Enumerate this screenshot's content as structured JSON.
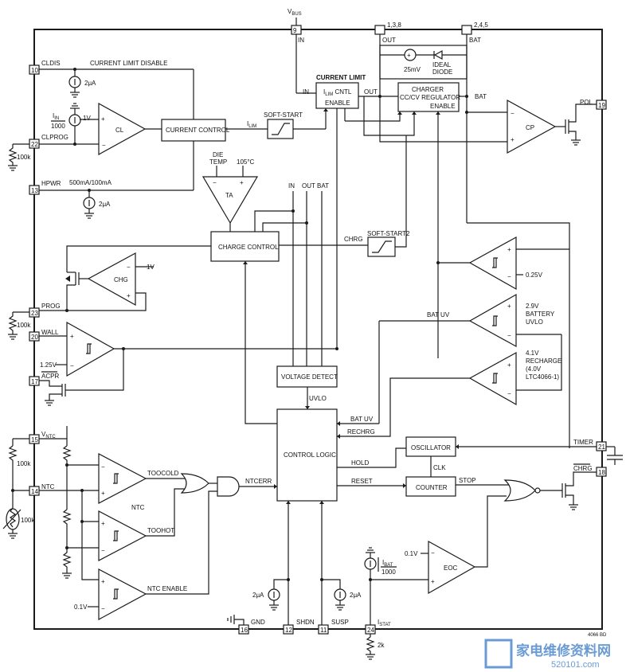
{
  "pins": {
    "vbus": {
      "num": "9",
      "name": "V",
      "sub": "BUS"
    },
    "out": {
      "num": "1,3,8",
      "name": "OUT"
    },
    "bat": {
      "num": "2,4,5",
      "name": "BAT"
    },
    "cldis": {
      "num": "10",
      "name": "CLDIS"
    },
    "clprog": {
      "num": "22",
      "name": "CLPROG"
    },
    "hpwr": {
      "num": "13",
      "name": "HPWR"
    },
    "prog": {
      "num": "23",
      "name": "PROG"
    },
    "wall": {
      "num": "20",
      "name": "WALL"
    },
    "acpr": {
      "num": "17",
      "name": "ACPR"
    },
    "vntc": {
      "num": "15",
      "name": "V",
      "sub": "NTC"
    },
    "ntc": {
      "num": "14",
      "name": "NTC"
    },
    "gnd": {
      "num": "16",
      "name": "GND"
    },
    "shdn": {
      "num": "12",
      "name": "SHDN"
    },
    "susp": {
      "num": "11",
      "name": "SUSP"
    },
    "istat": {
      "num": "24",
      "name": "I",
      "sub": "STAT"
    },
    "pol": {
      "num": "19",
      "name": "POL"
    },
    "timer": {
      "num": "21",
      "name": "TIMER"
    },
    "chrg": {
      "num": "18",
      "name": "CHRG"
    }
  },
  "blocks": {
    "current_limit_title": "CURRENT LIMIT",
    "ilim_cntl": {
      "pre": "I",
      "sub": "LIM",
      "post": " CNTL"
    },
    "enable": "ENABLE",
    "in_label": "IN",
    "out_label": "OUT",
    "charger_line1": "CHARGER",
    "charger_line2": "CC/CV REGULATOR",
    "current_control": "CURRENT CONTROL",
    "soft_start": "SOFT-START",
    "soft_start2": "SOFT-START2",
    "ilim_signal": {
      "pre": "I",
      "sub": "LIM"
    },
    "charge_control": "CHARGE CONTROL",
    "voltage_detect": "VOLTAGE DETECT",
    "control_logic": "CONTROL LOGIC",
    "oscillator": "OSCILLATOR",
    "counter": "COUNTER",
    "ideal_diode_line1": "IDEAL",
    "ideal_diode_line2": "DIODE",
    "vs_25mv": "25mV"
  },
  "amps": {
    "cl": "CL",
    "cp": "CP",
    "ta": "TA",
    "chg": "CHG",
    "ntc": "NTC",
    "eoc": "EOC"
  },
  "labels": {
    "current_limit_disable": "CURRENT LIMIT DISABLE",
    "two_ua": "2μA",
    "iin_over_1000": {
      "pre": "I",
      "sub": "IN",
      "den": "1000"
    },
    "v1": "1V",
    "v1_25": "1.25V",
    "v0_25": "0.25V",
    "v0_1a": "0.1V",
    "v0_1b": "0.1V",
    "r100k_a": "100k",
    "r100k_b": "100k",
    "r100k_c": "100k",
    "r100k_d": "100k",
    "r2k": "2k",
    "hpwr_mode": "500mA/100mA",
    "die_temp_1": "DIE",
    "die_temp_2": "TEMP",
    "temp_105": "105°C",
    "in": "IN",
    "out": "OUT",
    "bat": "BAT",
    "bat_out": "BAT",
    "chrg": "CHRG",
    "bat_uv": "BAT UV",
    "bat_uv2": "BAT UV",
    "rechrg": "RECHRG",
    "hold": "HOLD",
    "reset": "RESET",
    "clk": "CLK",
    "stop": "STOP",
    "uvlo": "UVLO",
    "toocold": "TOOCOLD",
    "toohot": "TOOHOT",
    "ntcerr": "NTCERR",
    "ntc_enable": "NTC ENABLE",
    "battery_uvlo_1": "2.9V",
    "battery_uvlo_2": "BATTERY",
    "battery_uvlo_3": "UVLO",
    "recharge_1": "4.1V",
    "recharge_2": "RECHARGE",
    "recharge_3": "(4.0V",
    "recharge_4": "LTC4066-1)",
    "ibat_over_1000": {
      "pre": "I",
      "sub": "BAT",
      "den": "1000"
    },
    "fig_id": "4066 BD"
  },
  "watermark": {
    "main": "家电维修资料网",
    "url": "520101.com"
  },
  "colors": {
    "line": "#1a1a1a",
    "watermark": "#6a9bd4"
  }
}
